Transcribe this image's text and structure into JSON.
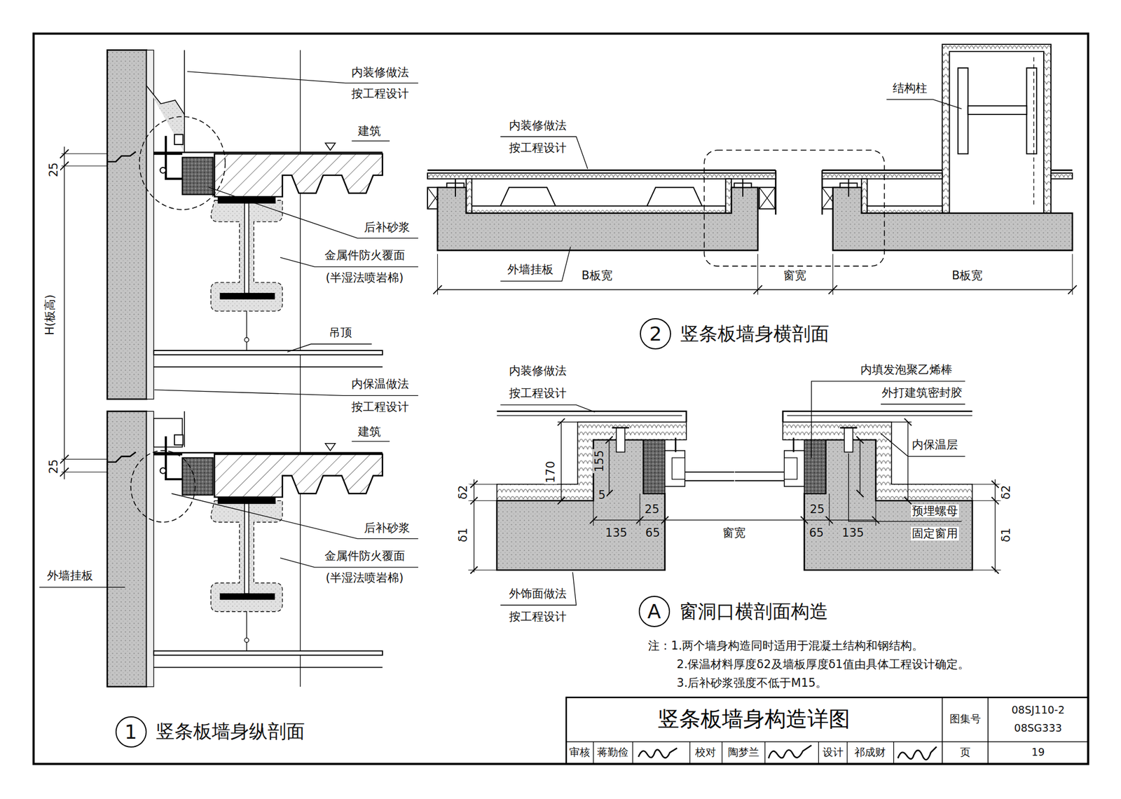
{
  "diagram": {
    "title": "竖条板墙身构造详图",
    "nodes": [
      {
        "text": [
          "2",
          "竖条板墙身横剖面"
        ]
      },
      {
        "text": [
          "A",
          "窗洞口横剖面构造"
        ]
      },
      {
        "text": [
          "1",
          "竖条板墙身纵剖面"
        ]
      }
    ],
    "labels": [
      "内装修做法",
      "按工程设计",
      "建筑",
      "25",
      "H(板高)",
      "25",
      "后补砂浆",
      "金属件防火覆面",
      "(半湿法喷岩棉)",
      "吊顶",
      "内保温做法",
      "按工程设计",
      "建筑",
      "后补砂浆",
      "金属件防火覆面",
      "(半湿法喷岩棉)",
      "外墙挂板",
      "结构柱",
      "内装修做法",
      "按工程设计",
      "外墙挂板",
      "B板宽",
      "窗宽",
      "B板宽",
      "内装修做法",
      "按工程设计",
      "内填发泡聚乙烯棒",
      "外打建筑密封胶",
      "内保温层",
      "170",
      "155",
      "5",
      "δ2",
      "δ1",
      "δ2",
      "δ1",
      "25",
      "25",
      "135",
      "65",
      "窗宽",
      "65",
      "135",
      "预埋螺母",
      "固定窗用",
      "外饰面做法",
      "按工程设计",
      "注：1.两个墙身构造同时适用于混凝土结构和钢结构。",
      "2.保温材料厚度δ2及墙板厚度δ1值由具体工程设计确定。",
      "3.后补砂浆强度不低于M15。",
      "图集号",
      "08SJ110-2",
      "08SG333",
      "审核",
      "蒋勤俭",
      "校对",
      "陶梦兰",
      "设计",
      "祁成财",
      "页",
      "19"
    ]
  }
}
